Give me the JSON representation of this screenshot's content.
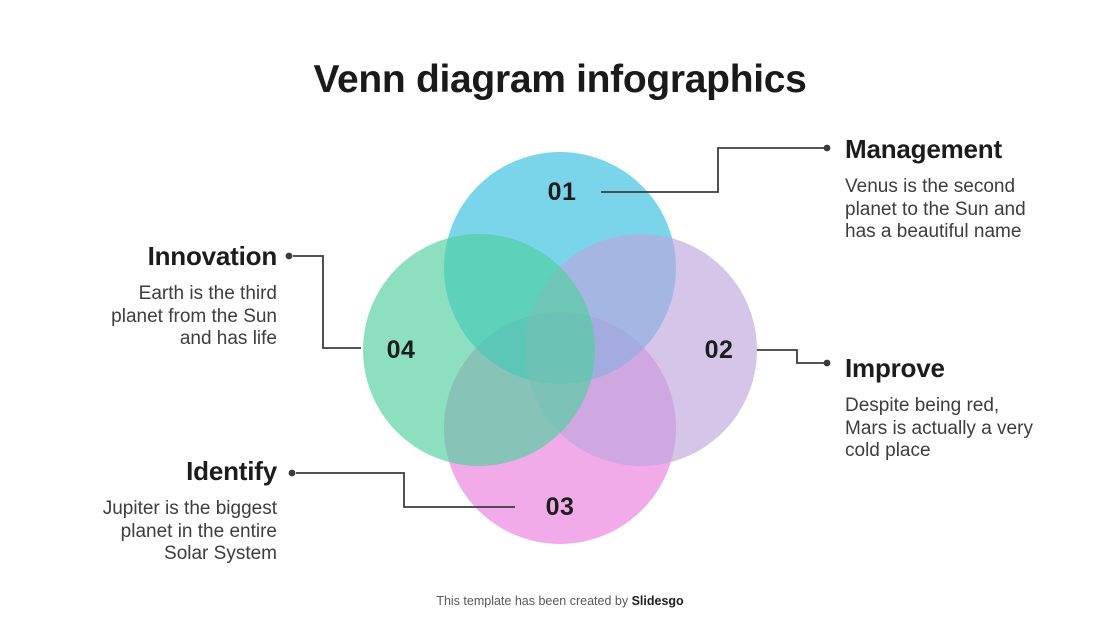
{
  "slide": {
    "title": "Venn diagram infographics",
    "footer": {
      "prefix": "This template has been created by ",
      "brand": "Slidesgo"
    }
  },
  "venn": {
    "sets": [
      {
        "number": "01",
        "label": "Management",
        "description": "Venus is the second\nplanet to the Sun and\nhas a beautiful name",
        "color": "#79d4eb",
        "fill": "#32bee1"
      },
      {
        "number": "02",
        "label": "Improve",
        "description": "Despite being red,\nMars is actually a very\ncold place",
        "color": "#d4c5e9",
        "fill": "#bda6dd"
      },
      {
        "number": "03",
        "label": "Identify",
        "description": "Jupiter is the biggest\nplanet in the entire\nSolar System",
        "color": "#f2abe9",
        "fill": "#eb7edd"
      },
      {
        "number": "04",
        "label": "Innovation",
        "description": "Earth is the third\nplanet from the Sun\nand has life",
        "color": "#8ce0c0",
        "fill": "#4ecf9e"
      }
    ],
    "connector_color": "#3c3c3c"
  }
}
